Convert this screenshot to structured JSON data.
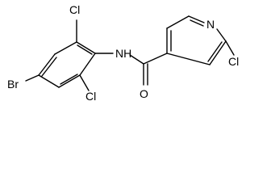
{
  "molecule": {
    "atoms": {
      "cl_top": "Cl",
      "nh": "NH",
      "n_ring": "N",
      "br": "Br",
      "cl_bottom": "Cl",
      "o": "O",
      "cl_pyridine": "Cl"
    }
  }
}
